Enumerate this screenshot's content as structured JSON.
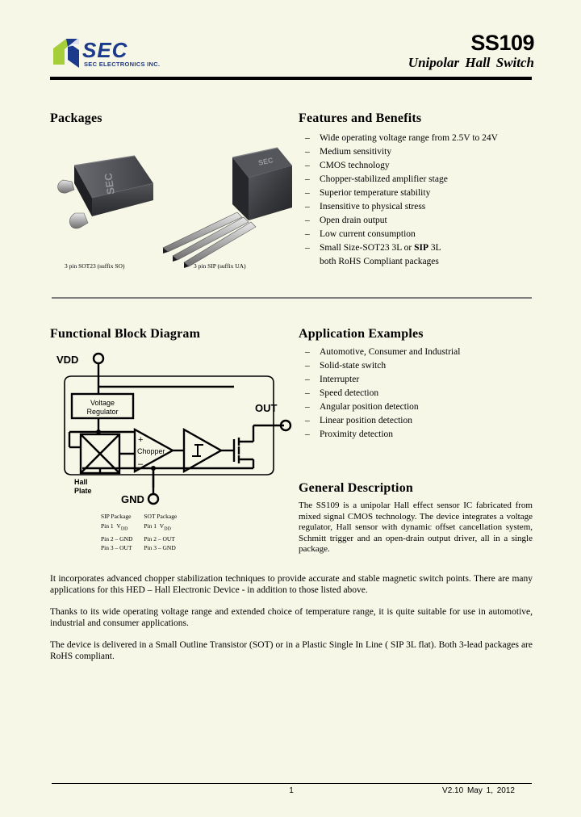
{
  "header": {
    "logo_text": "SEC",
    "logo_subtext": "SEC ELECTRONICS INC.",
    "part_number": "SS109",
    "subtitle": "Unipolar  Hall  Switch",
    "brand_green": "#a6ce39",
    "brand_blue": "#1b3a8c"
  },
  "packages": {
    "heading": "Packages",
    "items": [
      {
        "caption": "3 pin SOT23 (suffix SO)",
        "type": "sot23"
      },
      {
        "caption": "3 pin SIP (suffix UA)",
        "type": "sip"
      }
    ]
  },
  "features": {
    "heading": "Features and Benefits",
    "items": [
      {
        "text": "Wide operating voltage range from 2.5V to 24V"
      },
      {
        "text": "Medium sensitivity"
      },
      {
        "text": "CMOS technology"
      },
      {
        "text": "Chopper-stabilized amplifier stage"
      },
      {
        "text": "Superior temperature stability"
      },
      {
        "text": "Insensitive to physical stress"
      },
      {
        "text": "Open drain output"
      },
      {
        "text": "Low current consumption"
      },
      {
        "text": "Small Size-SOT23 3L or ",
        "bold": "SIP",
        "text_after": " 3L",
        "continuation": "both RoHS Compliant packages"
      }
    ]
  },
  "block_diagram": {
    "heading": "Functional Block Diagram",
    "pin_vdd": "VDD",
    "pin_gnd": "GND",
    "pin_out": "OUT",
    "regulator_line1": "Voltage",
    "regulator_line2": "Regulator",
    "hall_line1": "Hall",
    "hall_line2": "Plate",
    "chopper_label": "Chopper",
    "amp_plus": "+",
    "amp_minus": "–"
  },
  "pin_table": {
    "col1_title": "SIP Package",
    "col2_title": "SOT Package",
    "rows": [
      {
        "sip": "Pin 1",
        "sip_sub": "V",
        "sip_sub2": "DD",
        "sot": "Pin 1",
        "sot_sub": "V",
        "sot_sub2": "DD"
      },
      {
        "sip": "Pin 2 – GND",
        "sot": "Pin 2 – OUT"
      },
      {
        "sip": "Pin 3 – OUT",
        "sot": "Pin 3 – GND"
      }
    ]
  },
  "applications": {
    "heading": "Application Examples",
    "items": [
      "Automotive, Consumer and Industrial",
      "Solid-state switch",
      "Interrupter",
      "Speed detection",
      "Angular position detection",
      "Linear position detection",
      "Proximity detection"
    ]
  },
  "general_description": {
    "heading": "General Description",
    "body": "The SS109 is a unipolar Hall effect sensor IC fabricated from mixed signal CMOS technology. The device integrates a voltage regulator, Hall sensor with dynamic offset cancellation system, Schmitt trigger and an open-drain output driver, all in a single package."
  },
  "body_paragraphs": [
    "It incorporates advanced chopper stabilization techniques to provide accurate and stable magnetic switch points. There are many applications for this HED – Hall Electronic Device - in addition to those listed above.",
    "Thanks to its wide operating voltage range and extended choice of temperature range, it is quite suitable for use in automotive, industrial and consumer applications.",
    "The device is delivered in a Small Outline Transistor (SOT) or in a Plastic Single In Line ( SIP 3L flat). Both 3-lead packages are RoHS compliant."
  ],
  "footer": {
    "page_number": "1",
    "version": "V2.10   May 1, 2012"
  }
}
